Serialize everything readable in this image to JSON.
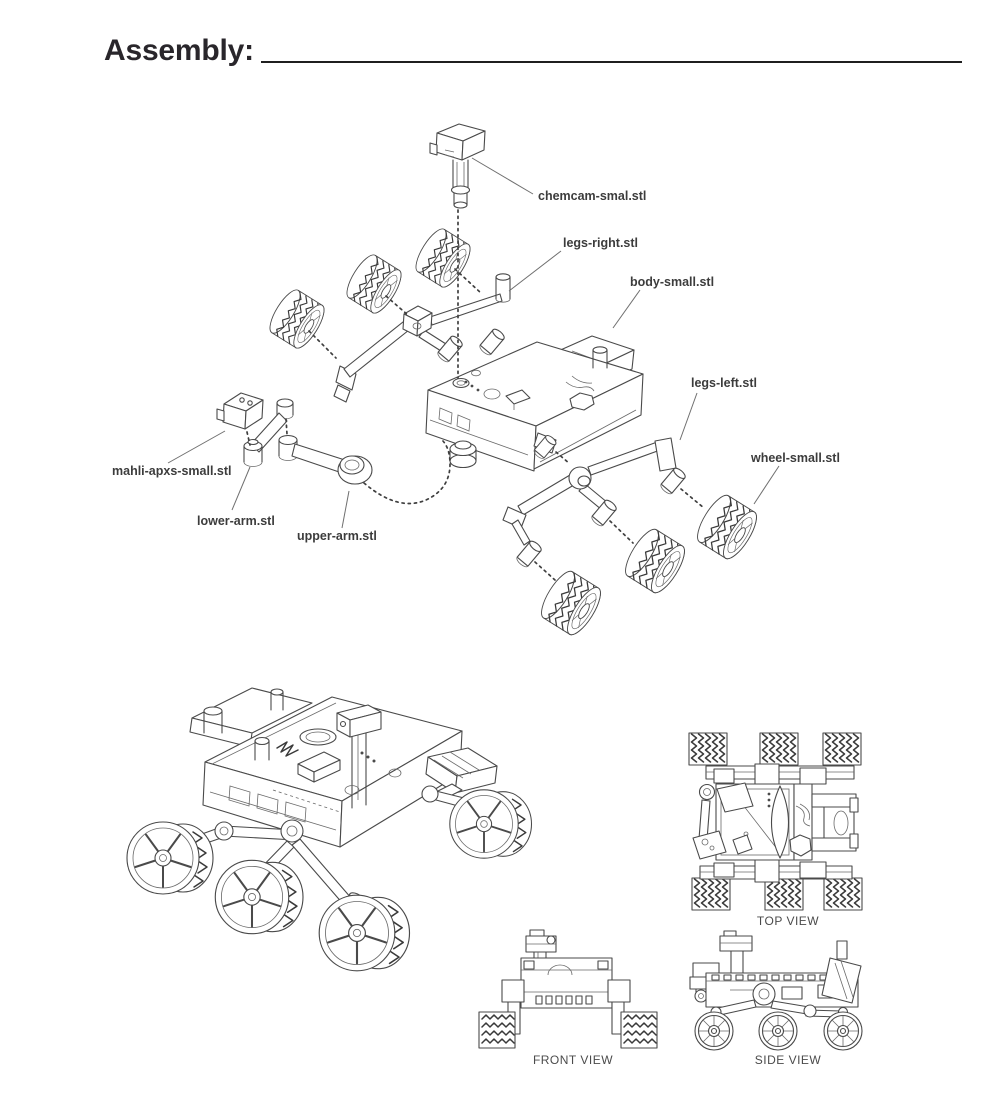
{
  "title": "Assembly:",
  "exploded": {
    "labels": [
      {
        "id": "chemcam",
        "text": "chemcam-smal.stl"
      },
      {
        "id": "legs_right",
        "text": "legs-right.stl"
      },
      {
        "id": "body",
        "text": "body-small.stl"
      },
      {
        "id": "legs_left",
        "text": "legs-left.stl"
      },
      {
        "id": "wheel",
        "text": "wheel-small.stl"
      },
      {
        "id": "mahli_apxs",
        "text": "mahli-apxs-small.stl"
      },
      {
        "id": "lower_arm",
        "text": "lower-arm.stl"
      },
      {
        "id": "upper_arm",
        "text": "upper-arm.stl"
      }
    ]
  },
  "views": {
    "top": {
      "caption": "TOP VIEW"
    },
    "front": {
      "caption": "FRONT VIEW"
    },
    "side": {
      "caption": "SIDE VIEW"
    }
  },
  "colors": {
    "background": "#ffffff",
    "ink": "#4a4a4a",
    "tread_ink": "#3a3a3a",
    "label_text": "#3c3c3c",
    "caption_text": "#4b4b4b",
    "title_text": "#29262b",
    "rule": "#1f1f1f"
  }
}
